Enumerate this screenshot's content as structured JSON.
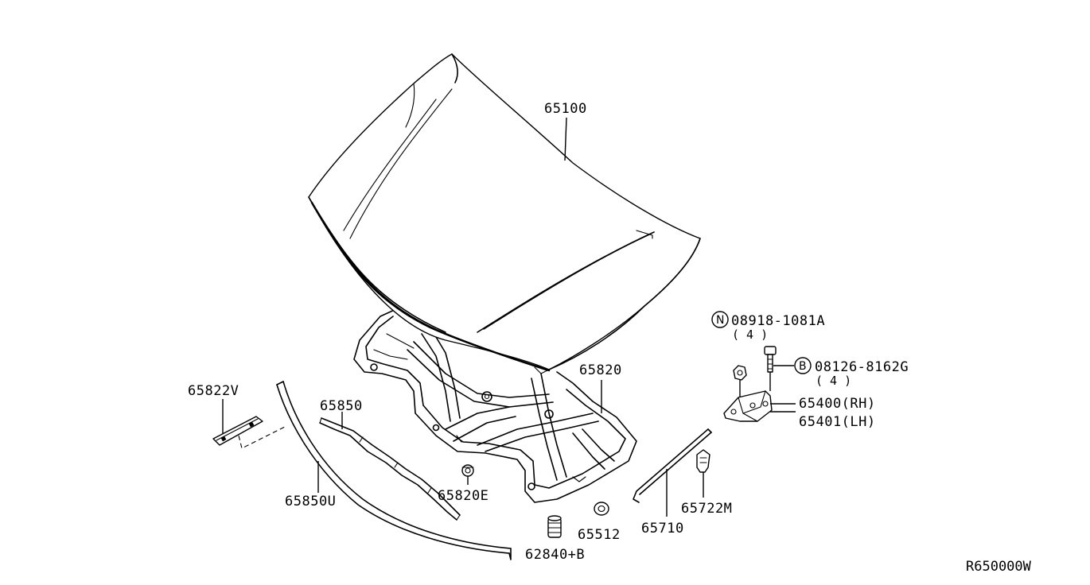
{
  "parts": {
    "hood": "65100",
    "hood_frame": "65820",
    "insulator_clip": "65822V",
    "seal": "65850",
    "seal_upper": "65850U",
    "clip": "65820E",
    "bumper": "62840+B",
    "grommet": "65512",
    "stay": "65710",
    "stay_clip": "65722M",
    "hinge_rh": "65400(RH)",
    "hinge_lh": "65401(LH)",
    "nut": "08918-1081A",
    "bolt": "08126-8162G"
  },
  "quantities": {
    "nut_qty": "( 4 )",
    "bolt_qty": "( 4 )"
  },
  "badges": {
    "nut_symbol": "N",
    "bolt_symbol": "B"
  },
  "reference": "R650000W"
}
